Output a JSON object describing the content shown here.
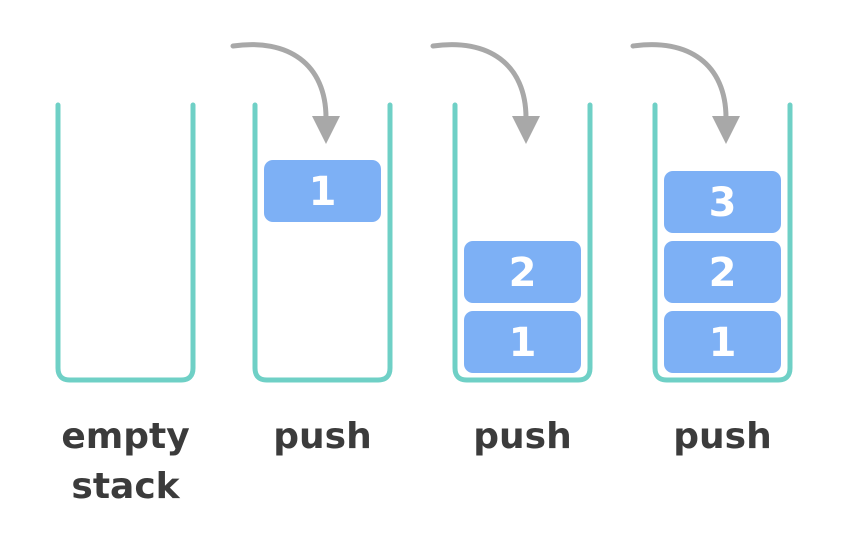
{
  "colors": {
    "container": "#6fd0c6",
    "item": "#7db0f5",
    "item_text": "#ffffff",
    "caption": "#3b3b3b",
    "arrow": "#a8a8a8"
  },
  "stacks": [
    {
      "caption_lines": [
        "empty",
        "stack"
      ],
      "items": [],
      "arrow": false
    },
    {
      "caption_lines": [
        "push"
      ],
      "items": [
        "1"
      ],
      "arrow": true,
      "item_floating": true
    },
    {
      "caption_lines": [
        "push"
      ],
      "items": [
        "1",
        "2"
      ],
      "arrow": true
    },
    {
      "caption_lines": [
        "push"
      ],
      "items": [
        "1",
        "2",
        "3"
      ],
      "arrow": true
    }
  ]
}
